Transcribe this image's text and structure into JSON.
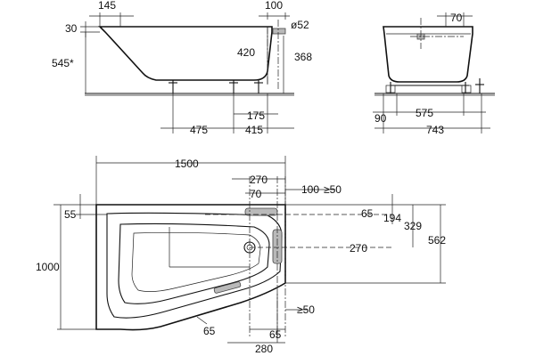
{
  "side_view": {
    "dim_145": "145",
    "dim_100": "100",
    "dim_30": "30",
    "dim_52": "ø52",
    "dim_545": "545*",
    "dim_420": "420",
    "dim_368": "368",
    "dim_175": "175",
    "dim_475": "475",
    "dim_415": "415"
  },
  "end_view": {
    "dim_70": "70",
    "dim_575": "575",
    "dim_90": "90",
    "dim_743": "743"
  },
  "plan_view": {
    "dim_1500": "1500",
    "dim_270_top": "270",
    "dim_70": "70",
    "dim_100": "100",
    "dim_ge50_top": "≥50",
    "dim_55": "55",
    "dim_65_right": "65",
    "dim_194": "194",
    "dim_329": "329",
    "dim_562": "562",
    "dim_1000": "1000",
    "dim_270_right": "270",
    "dim_65_corner": "65",
    "dim_ge50_bottom": "≥50",
    "dim_65_bottom": "65",
    "dim_280": "280"
  }
}
